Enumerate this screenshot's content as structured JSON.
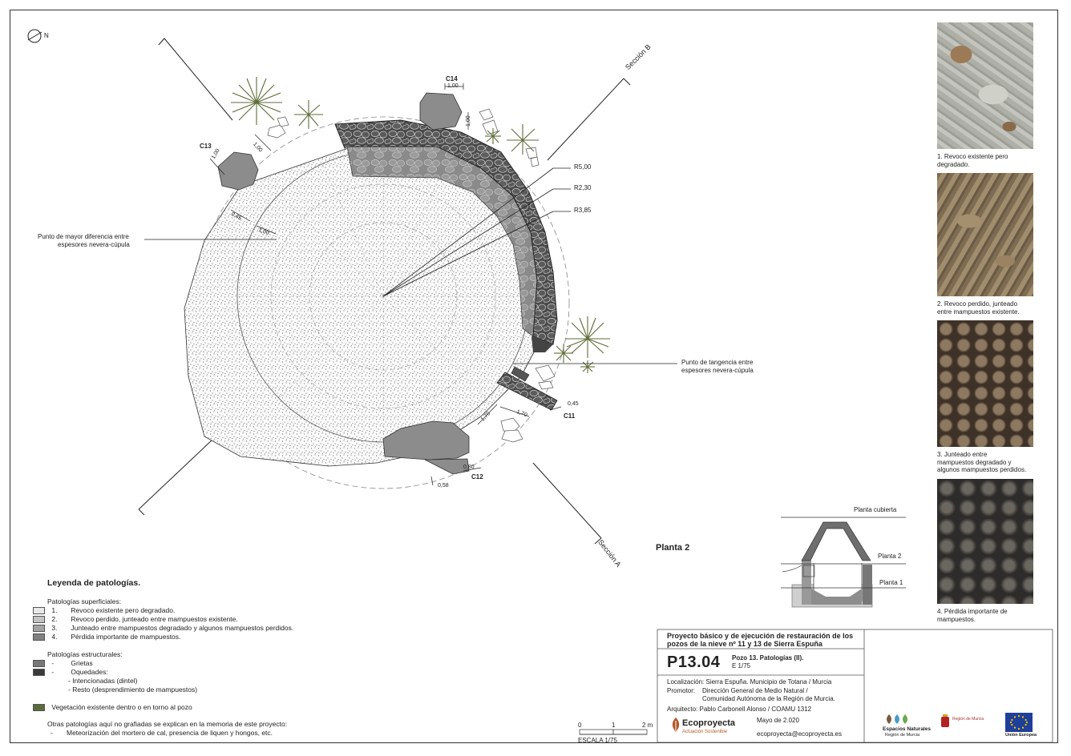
{
  "north_label": "N",
  "plan_title": "Planta 2",
  "section_labels": {
    "a": "Sección A",
    "b": "Sección B"
  },
  "tags": {
    "c11": "C11",
    "c12": "C12",
    "c13": "C13",
    "c14": "C14"
  },
  "dims": {
    "c14_w": "1,00",
    "c14_h": "1,00",
    "c13_w": "1,00",
    "c13_h": "1,00",
    "c11_a": "1,70",
    "c11_b": "1,70",
    "c11_c": "0,45",
    "c12_a": "0,80",
    "c12_b": "0,58",
    "inner_a": "0,45",
    "inner_b": "1,00"
  },
  "radii": [
    "R5,00",
    "R2,30",
    "R3,85"
  ],
  "annotations": {
    "left_1": "Punto de mayor diferencia entre",
    "left_2": "espesores nevera-cúpula",
    "right_1": "Punto de tangencia entre",
    "right_2": "espesores nevera-cúpula"
  },
  "legend": {
    "title": "Leyenda de patologías.",
    "superficial_title": "Patologías superficiales:",
    "superficial": [
      {
        "num": "1.",
        "text": "Revoco existente pero degradado.",
        "color": "#e8e8e8"
      },
      {
        "num": "2.",
        "text": "Revoco perdido, junteado entre mampuestos existente.",
        "color": "#c4c4c4"
      },
      {
        "num": "3.",
        "text": "Junteado entre mampuestos degradado y algunos mampuestos perdidos.",
        "color": "#a4a4a4"
      },
      {
        "num": "4.",
        "text": "Pérdida importante de mampuestos.",
        "color": "#808080"
      }
    ],
    "structural_title": "Patologías estructurales:",
    "structural": [
      {
        "bullet": "-",
        "text": "Grietas",
        "color": "#777777"
      },
      {
        "bullet": "-",
        "text": "Oquedades:",
        "color": "#3a3a3a"
      }
    ],
    "sub_items": [
      "- Intencionadas (dintel)",
      "- Resto (desprendimiento de mampuestos)"
    ],
    "vegetation": {
      "text": "Vegetación existente dentro o en torno al pozo",
      "color": "#5a6b3a"
    },
    "other_title": "Otras patologías aquí no grafiadas se explican en la memoria de este proyecto:",
    "other_item": "Meteorización del mortero de cal, presencia de liquen y hongos, etc."
  },
  "scale": {
    "ticks": [
      "0",
      "1",
      "2 m"
    ],
    "label": "ESCALA 1/75"
  },
  "section_mini": {
    "levels": [
      "Planta cubierta",
      "Planta 2",
      "Planta 1"
    ]
  },
  "photos": [
    {
      "caption_1": "1. Revoco existente pero",
      "caption_2": "degradado.",
      "caption_3": "",
      "tone": "#b9bab3"
    },
    {
      "caption_1": "2. Revoco perdido, junteado",
      "caption_2": "entre mampuestos existente.",
      "caption_3": "",
      "tone": "#8f7c5f"
    },
    {
      "caption_1": "3. Junteado entre",
      "caption_2": "mampuestos degradado y",
      "caption_3": "algunos mampuestos perdidos.",
      "tone": "#6f5d4a"
    },
    {
      "caption_1": "4. Pérdida importante de",
      "caption_2": "mampuestos.",
      "caption_3": "",
      "tone": "#5e5b55"
    }
  ],
  "title_block": {
    "project_1": "Proyecto básico y de ejecución de restauración de los",
    "project_2": "pozos de la nieve nº 11 y 13 de Sierra Espuña",
    "code": "P13.04",
    "sheet_1": "Pozo 13. Patologías (II).",
    "sheet_2": "E 1/75",
    "location_label": "Localización:",
    "location": "Sierra Espuña. Municipio de Totana / Murcia",
    "promoter_label": "Promotor:",
    "promoter_1": "Dirección General de Medio Natural /",
    "promoter_2": "Comunidad Autónoma de la Región de Murcia.",
    "architect_label": "Arquitecto:",
    "architect": "Pablo Carbonell Alonso / COAMU 1312",
    "date": "Mayo de 2.020",
    "email": "ecoproyecta@ecoproyecta.es",
    "brand": "Ecoproyecta",
    "brand_sub": "Actuación Sostenible",
    "logo_espacios_1": "Espacios Naturales",
    "logo_espacios_2": "Región de Murcia",
    "logo_region": "Región de Murcia",
    "logo_eu": "Unión Europea"
  }
}
